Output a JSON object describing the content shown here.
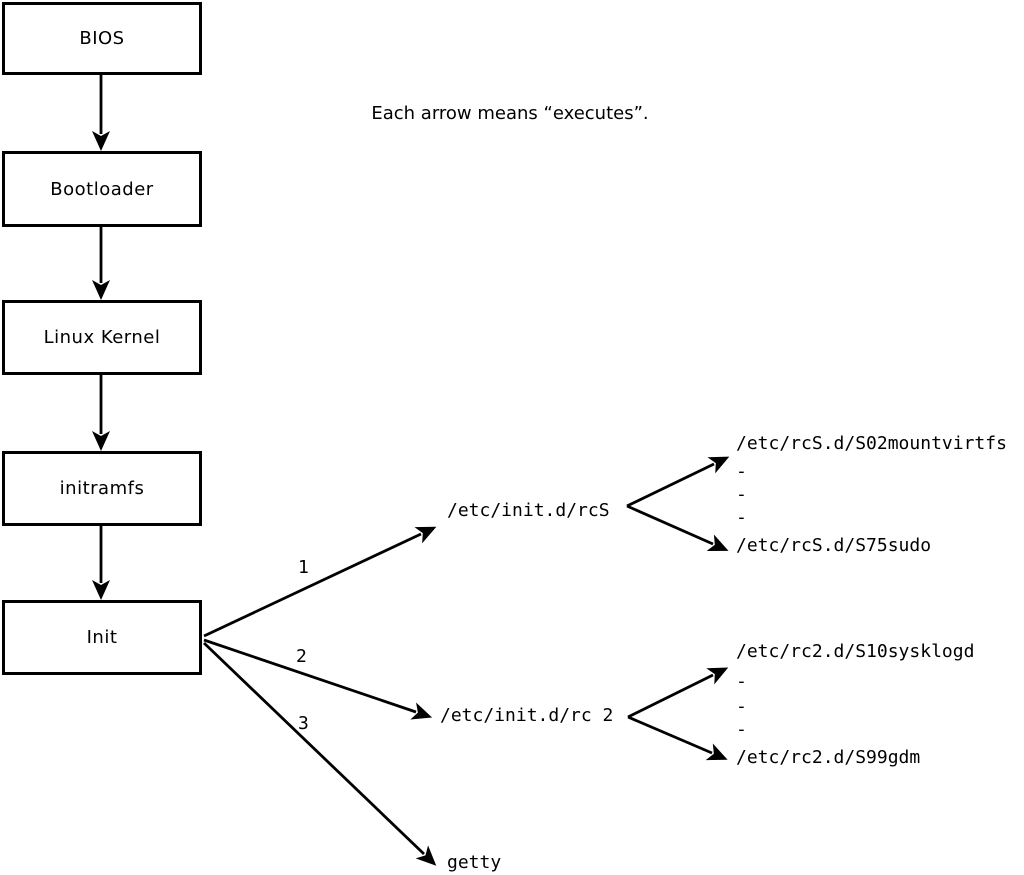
{
  "note": "Each arrow means “executes”.",
  "chain": [
    {
      "label": "BIOS"
    },
    {
      "label": "Bootloader"
    },
    {
      "label": "Linux Kernel"
    },
    {
      "label": "initramfs"
    },
    {
      "label": "Init"
    }
  ],
  "branches": [
    {
      "number": "1",
      "target": "/etc/init.d/rcS"
    },
    {
      "number": "2",
      "target": "/etc/init.d/rc 2"
    },
    {
      "number": "3",
      "target": "getty"
    }
  ],
  "rcS_children": [
    "/etc/rcS.d/S02mountvirtfs",
    "-",
    "-",
    "-",
    "/etc/rcS.d/S75sudo"
  ],
  "rc2_children": [
    "/etc/rc2.d/S10sysklogd",
    "-",
    "-",
    "-",
    "/etc/rc2.d/S99gdm"
  ],
  "colors": {
    "line": "#000000",
    "background": "#ffffff"
  }
}
